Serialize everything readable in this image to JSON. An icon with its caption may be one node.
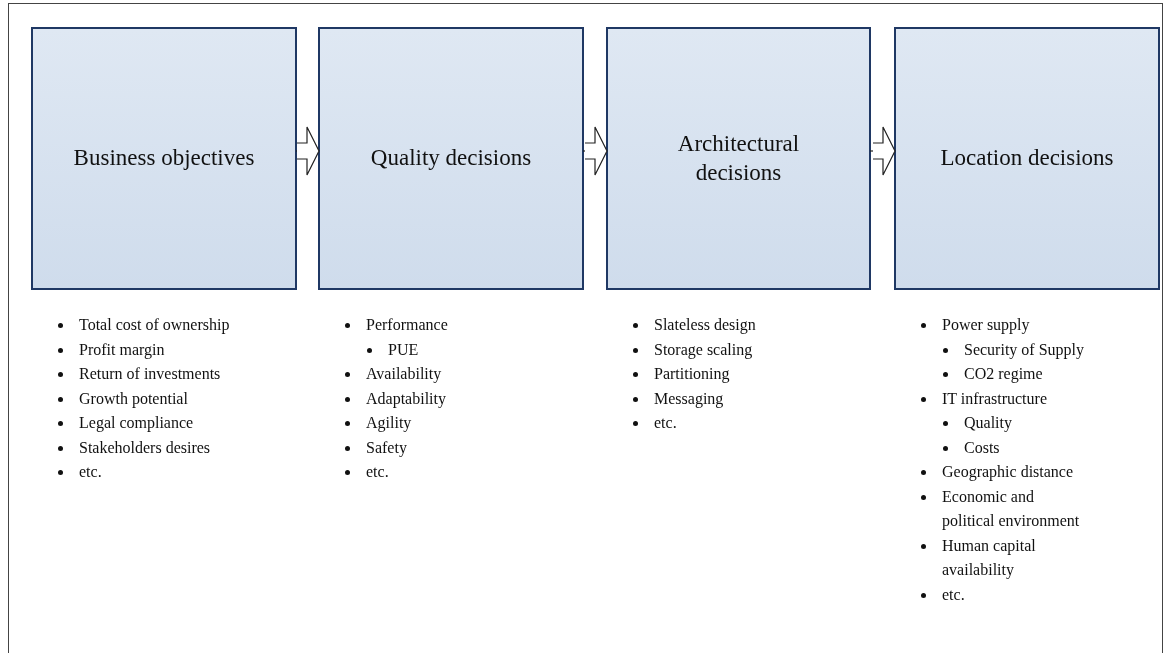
{
  "diagram": {
    "nodes": [
      {
        "text": [
          "Business objectives"
        ],
        "beside": [
          "Total cost of ownership",
          "Profit margin",
          "Return of investments",
          "Growth potential",
          "Legal compliance",
          "Stakeholders desires",
          "etc."
        ]
      },
      {
        "text": [
          "Quality decisions"
        ],
        "beside": [
          "Performance",
          "PUE",
          "Availability",
          "Adaptability",
          "Agility",
          "Safety",
          "etc."
        ]
      },
      {
        "text": [
          "Architectural decisions"
        ],
        "beside": [
          "Slateless design",
          "Storage scaling",
          "Partitioning",
          "Messaging",
          "etc."
        ]
      },
      {
        "text": [
          "Location decisions"
        ],
        "beside": [
          "Power supply",
          "Security of Supply",
          "CO2 regime",
          "IT infrastructure",
          "Quality",
          "Costs",
          "Geographic distance",
          "Economic and political environment",
          "Human capital availability",
          "etc."
        ]
      }
    ],
    "edges": [
      {
        "from": 0,
        "to": 1,
        "arrow": "to"
      },
      {
        "from": 1,
        "to": 2,
        "arrow": "to"
      },
      {
        "from": 2,
        "to": 3,
        "arrow": "to"
      }
    ]
  }
}
